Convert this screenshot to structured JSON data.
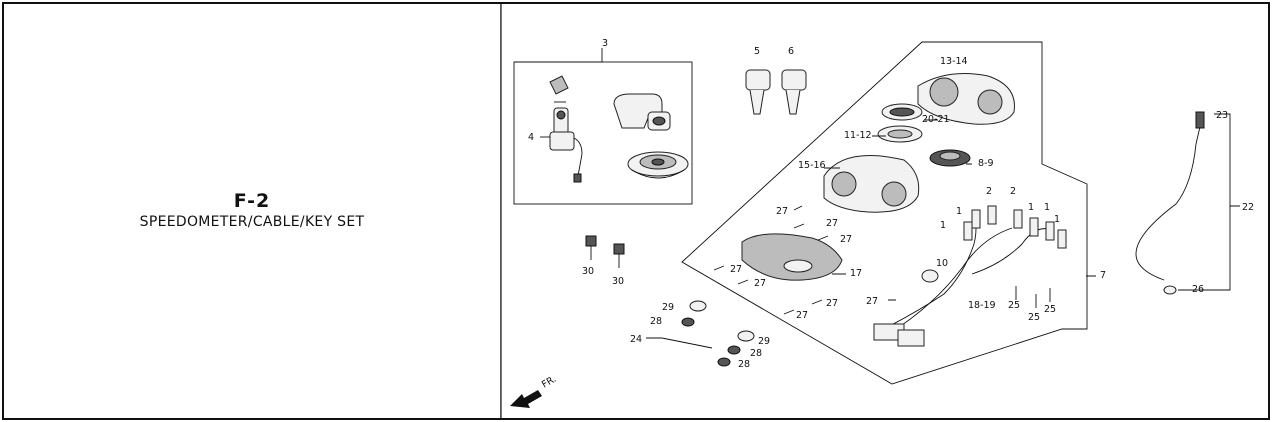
{
  "section_code": "F-2",
  "section_title": "SPEEDOMETER/CABLE/KEY SET",
  "direction_label": "FR.",
  "callouts": {
    "c1a": "1",
    "c1b": "1",
    "c1c": "1",
    "c1d": "1",
    "c1e": "1",
    "c2a": "2",
    "c2b": "2",
    "c3": "3",
    "c4": "4",
    "c5": "5",
    "c6": "6",
    "c7": "7",
    "c8_9": "8-9",
    "c10": "10",
    "c11_12": "11-12",
    "c13_14": "13-14",
    "c15_16": "15-16",
    "c17": "17",
    "c18_19": "18-19",
    "c20_21": "20-21",
    "c22": "22",
    "c23": "23",
    "c24": "24",
    "c25a": "25",
    "c25b": "25",
    "c25c": "25",
    "c26": "26",
    "c27a": "27",
    "c27b": "27",
    "c27c": "27",
    "c27d": "27",
    "c27e": "27",
    "c27f": "27",
    "c27g": "27",
    "c27h": "27",
    "c28a": "28",
    "c28b": "28",
    "c28c": "28",
    "c29a": "29",
    "c29b": "29",
    "c30a": "30",
    "c30b": "30"
  }
}
